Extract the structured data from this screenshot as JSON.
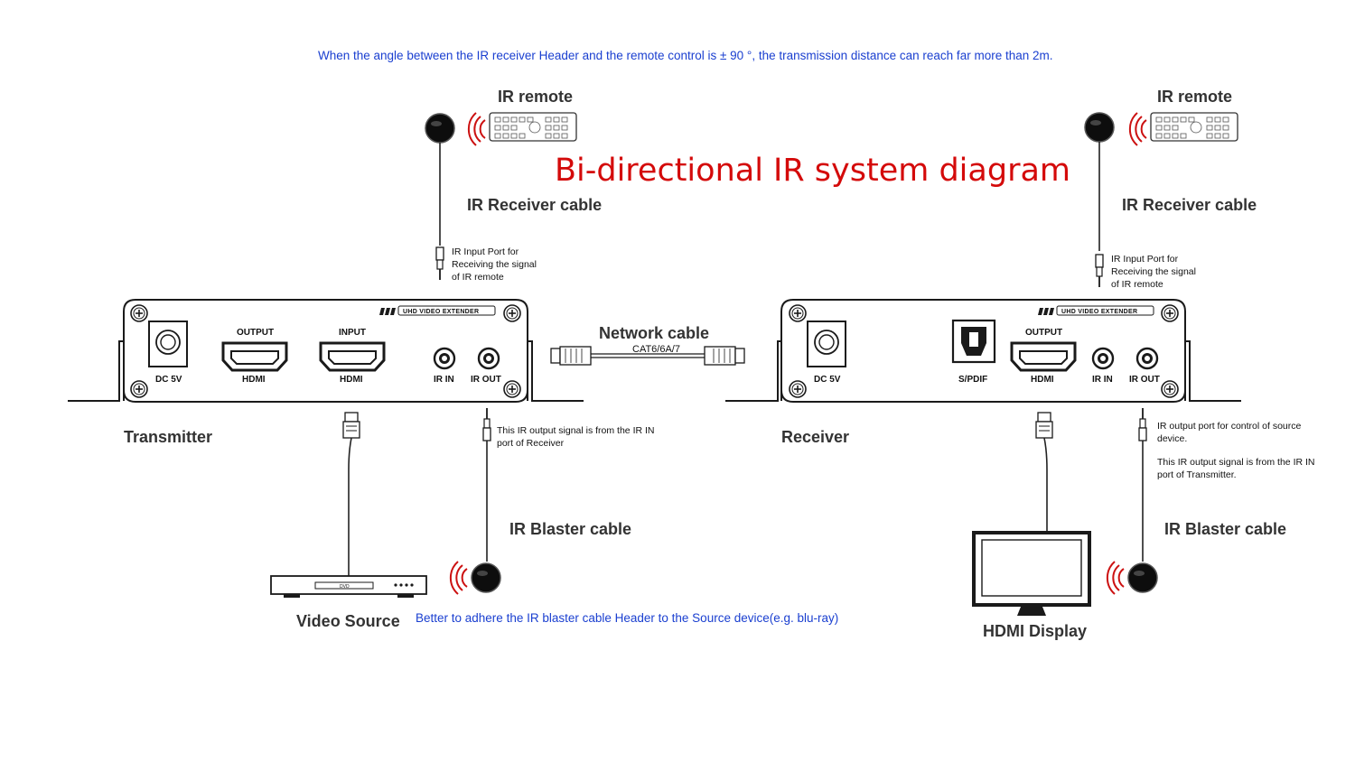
{
  "header_note": "When the angle between the IR receiver Header and the remote control is ±  90 °, the transmission distance can reach far more than 2m.",
  "title": "Bi-directional IR  system  diagram",
  "transmitter": {
    "name": "Transmitter",
    "badge": "UHD VIDEO EXTENDER",
    "ports": {
      "dc": "DC 5V",
      "output_top": "OUTPUT",
      "output_bottom": "HDMI",
      "input_top": "INPUT",
      "input_bottom": "HDMI",
      "ir_in": "IR IN",
      "ir_out": "IR OUT"
    },
    "ir_remote": "IR remote",
    "ir_receiver_cable": "IR Receiver cable",
    "ir_input_note": [
      "IR Input Port for",
      "Receiving the signal",
      "of IR remote"
    ],
    "ir_output_note": [
      "This IR output signal is from the IR IN",
      "port of Receiver"
    ],
    "ir_blaster_cable": "IR Blaster cable",
    "video_source": "Video Source",
    "dvd_label": "DVD"
  },
  "network": {
    "label": "Network cable",
    "spec": "CAT6/6A/7"
  },
  "receiver": {
    "name": "Receiver",
    "badge": "UHD VIDEO EXTENDER",
    "ports": {
      "dc": "DC 5V",
      "spdif": "S/PDIF",
      "output_top": "OUTPUT",
      "output_bottom": "HDMI",
      "ir_in": "IR IN",
      "ir_out": "IR OUT"
    },
    "ir_remote": "IR remote",
    "ir_receiver_cable": "IR Receiver cable",
    "ir_input_note": [
      "IR Input Port for",
      "Receiving the signal",
      "of IR remote"
    ],
    "ir_output_note": [
      "IR output port for control of source",
      "device.",
      "",
      "This IR output signal is from the IR IN",
      "port of Transmitter."
    ],
    "ir_blaster_cable": "IR Blaster cable",
    "display": "HDMI Display"
  },
  "bottom_note": "Better to adhere the IR blaster cable Header to the Source device(e.g. blu-ray)",
  "colors": {
    "note_blue": "#1a3fd0",
    "title_red": "#d40a0a",
    "ir_wave_red": "#cc1111",
    "line": "#1a1a1a"
  },
  "icons": [
    "screw-icon",
    "dc-jack-icon",
    "hdmi-port-icon",
    "audio-jack-icon",
    "spdif-port-icon",
    "ir-remote-icon",
    "ir-eye-icon",
    "rj45-connector-icon",
    "dvd-player-icon",
    "monitor-icon",
    "ir-waves-icon"
  ]
}
